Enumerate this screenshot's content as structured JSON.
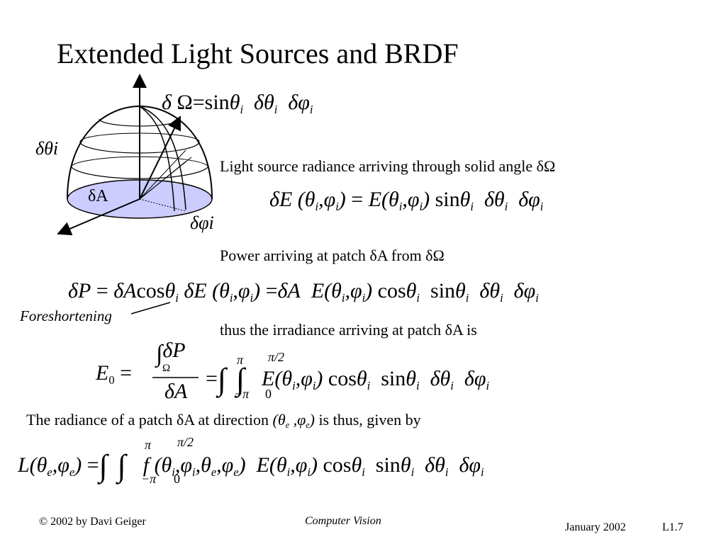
{
  "slide": {
    "title": "Extended Light Sources and BRDF",
    "eq_solid_angle": "δΩ = sinθᵢ δθᵢ δφᵢ",
    "text_radiance": "Light source radiance arriving through solid angle δΩ",
    "eq_delta_e": "δE(θᵢ,φᵢ) = E(θᵢ,φᵢ) sinθᵢ δθᵢ δφᵢ",
    "text_power": "Power arriving at patch δA from δΩ",
    "eq_power": "δP = δA cosθᵢ δE(θᵢ,φᵢ) = δA E(θᵢ,φᵢ) cosθᵢ sinθᵢ δθᵢ δφᵢ",
    "label_foreshortening": "Foreshortening",
    "text_irradiance": "thus the irradiance arriving at patch δA is",
    "eq_irradiance": "E₀ = ∫Ω δP / δA = ∫₋π^π ∫₀^π/2 E(θᵢ,φᵢ) cosθᵢ sinθᵢ δθᵢ δφᵢ",
    "text_radiance_patch_a": "The radiance of a patch δA at direction",
    "text_radiance_patch_dir": "(θe ,φe)",
    "text_radiance_patch_b": "is thus, given by",
    "eq_radiance": "L(θe,φe) = ∫₋π^π ∫₀^π/2 f(θᵢ,φᵢ,θe,φe) E(θᵢ,φᵢ) cosθᵢ sinθᵢ δθᵢ δφᵢ"
  },
  "diagram": {
    "label_dtheta": "δθi",
    "label_dA": "δA",
    "label_dphi": "δφi"
  },
  "footer": {
    "copyright": "© 2002 by Davi Geiger",
    "course": "Computer Vision",
    "date": "January 2002",
    "slide_id": "L1.7"
  }
}
